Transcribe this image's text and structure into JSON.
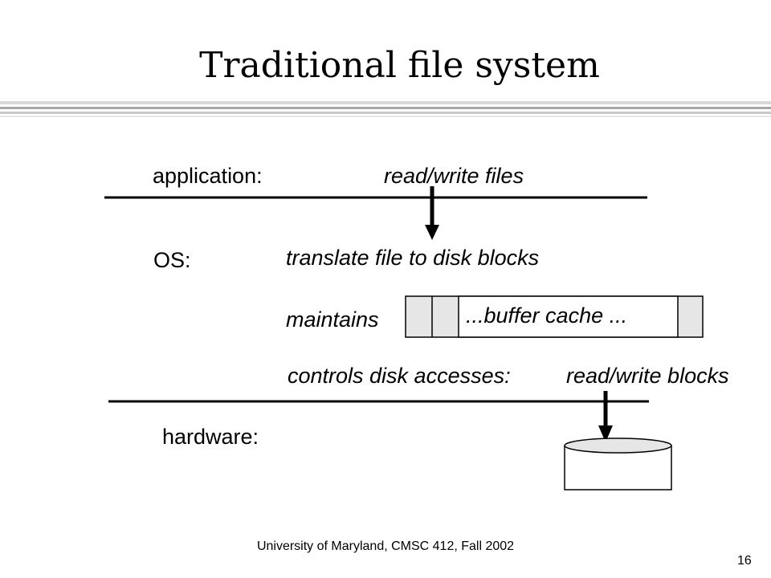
{
  "title": "Traditional file system",
  "labels": {
    "application": "application:",
    "read_write_files": "read/write files",
    "os": "OS:",
    "translate": "translate file to disk blocks",
    "maintains": "maintains",
    "buffer_cache": "...buffer cache ...",
    "controls": "controls disk accesses:",
    "read_write_blocks": "read/write blocks",
    "hardware": "hardware:"
  },
  "footer": "University of Maryland, CMSC 412, Fall 2002",
  "page_number": "16",
  "colors": {
    "cache_fill": "#e6e6e6",
    "rule_dark": "#a6a6a6",
    "rule_light": "#d6d6d6"
  }
}
